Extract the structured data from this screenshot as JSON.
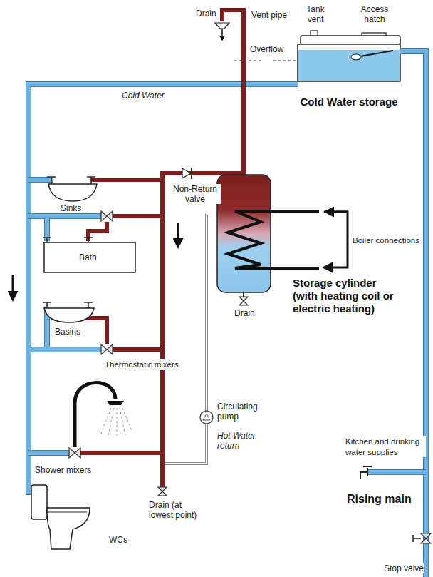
{
  "diagram": {
    "nodes": [
      {
        "text": [
          "Cold Water storage"
        ]
      },
      {
        "text": [
          "Storage cylinder (with heating coil or electric heating)"
        ]
      }
    ],
    "labels": [
      "Drain",
      "Vent pipe",
      "Tank vent",
      "Access hatch",
      "Overflow",
      "Cold Water",
      "Sinks",
      "Non-Return valve",
      "Boiler connections",
      "Bath",
      "Basins",
      "Thermostatic mixers",
      "Drain",
      "Circulating pump",
      "Hot Water return",
      "Shower mixers",
      "Drain (at lowest point)",
      "WCs",
      "Kitchen and drinking water supplies",
      "Rising main",
      "Stop valve"
    ]
  }
}
